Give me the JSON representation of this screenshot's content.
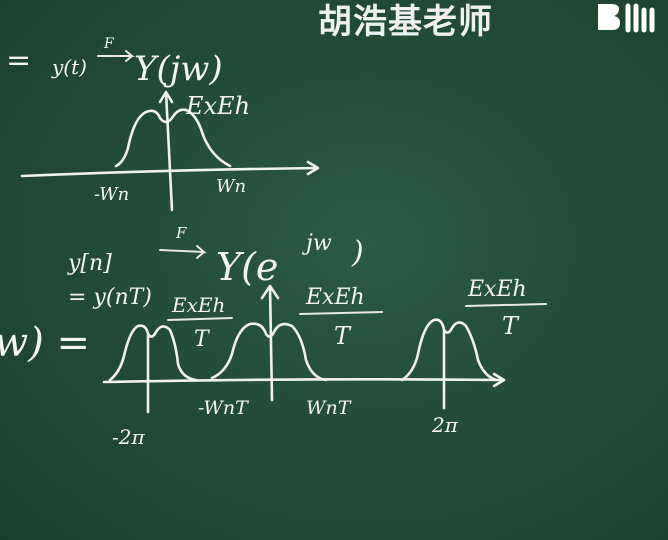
{
  "watermark": {
    "channel_name": "胡浩基老师",
    "logo": "bilibili-logo"
  },
  "board": {
    "top_relation": {
      "prefix": "=",
      "lhs": "y(t)",
      "op": "F",
      "rhs": "Y(jw)"
    },
    "top_peak_label": "ExEh",
    "top_axis": {
      "left_tick": "-Wn",
      "right_tick": "Wn"
    },
    "bottom_relation": {
      "lhs": "y[n]",
      "op": "F",
      "rhs": "Y(e",
      "sup": "jw",
      "close": ")"
    },
    "bottom_eq": "= y(nT)",
    "left_fragment": "w) =",
    "pulse_labels": [
      {
        "num": "ExEh",
        "den": "T"
      },
      {
        "num": "ExEh",
        "den": "T"
      },
      {
        "num": "ExEh",
        "den": "T"
      }
    ],
    "bottom_ticks": [
      "-2π",
      "-WnT",
      "WnT",
      "2π"
    ]
  }
}
